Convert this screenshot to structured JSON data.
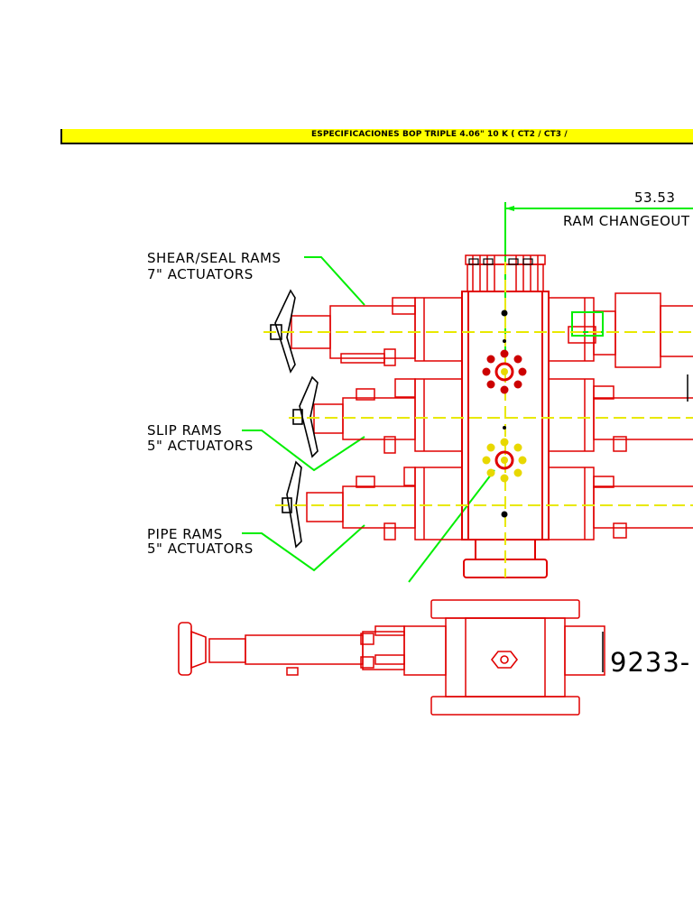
{
  "title": "ESPECIFICACIONES BOP TRIPLE 4.06\" 10 K ( CT2 / CT3 /",
  "dimension": {
    "value": "53.53",
    "label": "RAM CHANGEOUT"
  },
  "callouts": [
    {
      "line1": "SHEAR/SEAL RAMS",
      "line2": "7\" ACTUATORS"
    },
    {
      "line1": "SLIP RAMS",
      "line2": "5\" ACTUATORS"
    },
    {
      "line1": "PIPE RAMS",
      "line2": "5\" ACTUATORS"
    }
  ],
  "part_number": "9233-",
  "colors": {
    "banner": "#ffff00",
    "outline": "#e00000",
    "leader": "#00ee00",
    "centerline": "#e8e800",
    "bolt_red": "#cc0000",
    "bolt_yellow": "#e8d800"
  }
}
